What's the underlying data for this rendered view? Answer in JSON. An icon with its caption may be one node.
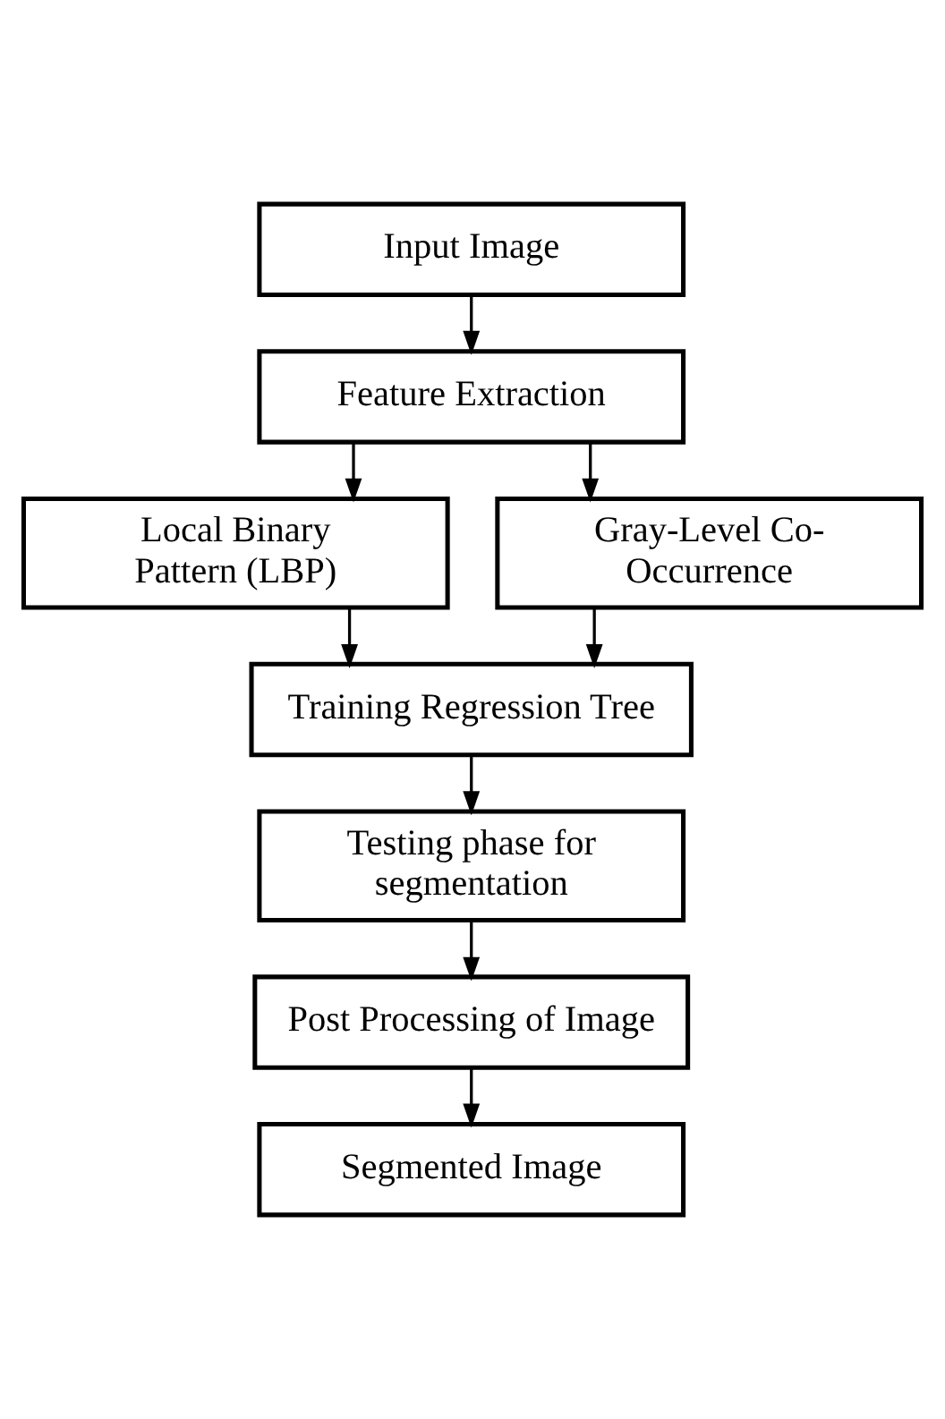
{
  "diagram": {
    "nodes": [
      {
        "text": [
          "Input Image"
        ]
      },
      {
        "text": [
          "Feature Extraction"
        ]
      },
      {
        "text": [
          "Local Binary Pattern (LBP)"
        ]
      },
      {
        "text": [
          "Gray-Level Co-Occurrence"
        ]
      },
      {
        "text": [
          "Training Regression Tree"
        ]
      },
      {
        "text": [
          "Testing phase for segmentation"
        ]
      },
      {
        "text": [
          "Post Processing of Image"
        ]
      },
      {
        "text": [
          "Segmented Image"
        ]
      }
    ],
    "edges": [
      {
        "from": 0,
        "to": 1,
        "arrow": "to"
      },
      {
        "from": 1,
        "to": 2,
        "arrow": "to"
      },
      {
        "from": 1,
        "to": 3,
        "arrow": "to"
      },
      {
        "from": 2,
        "to": 4,
        "arrow": "to"
      },
      {
        "from": 3,
        "to": 4,
        "arrow": "to"
      },
      {
        "from": 4,
        "to": 5,
        "arrow": "to"
      },
      {
        "from": 5,
        "to": 6,
        "arrow": "to"
      },
      {
        "from": 6,
        "to": 7,
        "arrow": "to"
      }
    ]
  }
}
